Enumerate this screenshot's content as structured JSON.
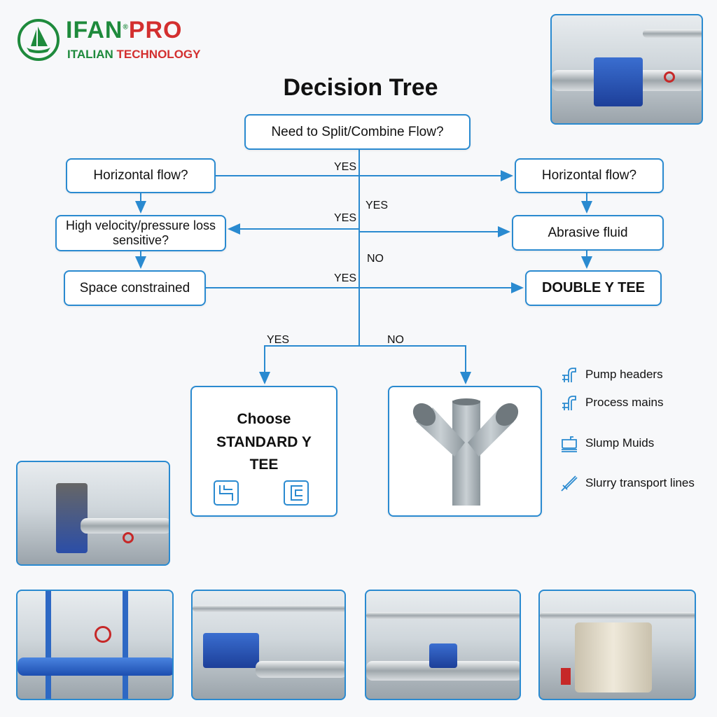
{
  "logo": {
    "brand_left": "IFAN",
    "brand_right": "PRO",
    "tagline_left": "ITALIAN",
    "tagline_right": "TECHNOLOGY",
    "registered": "®"
  },
  "title": "Decision Tree",
  "nodes": {
    "root": "Need to Split/Combine Flow?",
    "left_horizontal": "Horizontal flow?",
    "left_velocity": "High velocity/pressure loss sensitive?",
    "left_space": "Space constrained",
    "right_horizontal": "Horizontal flow?",
    "right_abrasive": "Abrasive fluid",
    "right_result": "DOUBLE Y TEE",
    "result_standard": "Choose STANDARD Y TEE"
  },
  "edge_labels": {
    "yes1": "YES",
    "yes2": "YES",
    "yes3": "YES",
    "yes4": "YES",
    "no1": "NO",
    "yes_bottom": "YES",
    "no_bottom": "NO"
  },
  "use_cases": [
    {
      "label": "Pump headers",
      "icon": "pipe-icon"
    },
    {
      "label": "Process mains",
      "icon": "pipe-icon"
    },
    {
      "label": "Slump Muids",
      "icon": "tank-icon"
    },
    {
      "label": "Slurry transport lines",
      "icon": "slurry-icon"
    }
  ],
  "colors": {
    "accent": "#2a8ad0",
    "logo_green": "#1e8a3c",
    "logo_red": "#d32f2f"
  }
}
